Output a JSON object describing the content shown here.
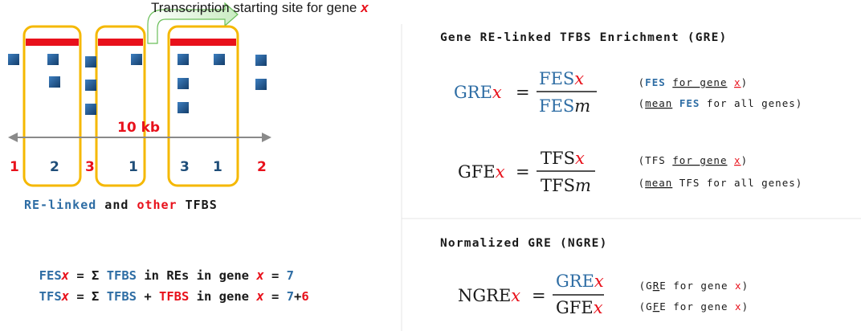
{
  "tss_label": {
    "pre": "Transcription starting site for gene ",
    "var": "x"
  },
  "scale_label": "10 kb",
  "counts": [
    {
      "text": "1",
      "color": "#e8111b"
    },
    {
      "text": "2",
      "color": "#1f4e79"
    },
    {
      "text": "3",
      "color": "#e8111b"
    },
    {
      "text": "1",
      "color": "#1f4e79"
    },
    {
      "text": "3",
      "color": "#1f4e79"
    },
    {
      "text": "1",
      "color": "#1f4e79"
    },
    {
      "text": "2",
      "color": "#e8111b"
    }
  ],
  "legend": {
    "re_linked": "RE-linked",
    "and": " and ",
    "other": "other",
    "tfbs": " TFBS"
  },
  "fes_eq": {
    "lhs": "FES",
    "var": "x",
    "mid1": " = Σ ",
    "tfbs": "TFBS",
    "mid2": " in REs in gene ",
    "var2": "x",
    "eq": " = ",
    "val": "7"
  },
  "tfs_eq": {
    "lhs": "TFS",
    "var": "x",
    "mid1": " = Σ ",
    "tfbs1": "TFBS",
    "plus": " + ",
    "tfbs2": "TFBS",
    "mid2": " in gene ",
    "var2": "x",
    "eq": " = ",
    "val1": "7",
    "val_plus": "+",
    "val2": "6"
  },
  "gre_section": {
    "title": "Gene RE-linked TFBS Enrichment (GRE)",
    "lhs": "GRE",
    "var": "x",
    "equals": "=",
    "num": "FES",
    "num_var": "x",
    "den": "FES",
    "den_var": "m",
    "num_note": {
      "open": "(",
      "fes": "FES",
      "sp": " ",
      "for_gene": "for gene",
      "sp2": " ",
      "x": "x",
      "close": ")"
    },
    "den_note": {
      "open": "(",
      "mean": "mean",
      "sp": " ",
      "fes": "FES",
      "rest": " for all genes)"
    }
  },
  "gfe_section": {
    "lhs": "GFE",
    "var": "x",
    "equals": "=",
    "num": "TFS",
    "num_var": "x",
    "den": "TFS",
    "den_var": "m",
    "num_note": {
      "open": "(TFS ",
      "for_gene": "for gene",
      "sp": " ",
      "x": "x",
      "close": ")"
    },
    "den_note": {
      "open": "(",
      "mean": "mean",
      "rest": " TFS for all genes)"
    }
  },
  "ngre_section": {
    "title": "Normalized GRE (NGRE)",
    "lhs": "NGRE",
    "var": "x",
    "equals": "=",
    "num": "GRE",
    "num_var": "x",
    "den": "GFE",
    "den_var": "x",
    "num_note": {
      "open": "(G",
      "r": "R",
      "rest": "E for gene ",
      "x": "x",
      "close": ")"
    },
    "den_note": {
      "open": "(G",
      "f": "F",
      "rest": "E for gene ",
      "x": "x",
      "close": ")"
    }
  },
  "colors": {
    "blue": "#2e6da4",
    "red": "#e8111b",
    "yellow": "#f5b800",
    "square": "#1f4e79"
  }
}
